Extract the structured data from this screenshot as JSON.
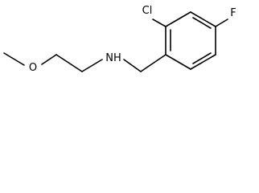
{
  "molecule": {
    "atoms": {
      "o": "O",
      "nh": "NH",
      "cl": "Cl",
      "f": "F"
    }
  },
  "colors": {
    "bond": "#000000",
    "text": "#000000",
    "background": "#ffffff"
  }
}
